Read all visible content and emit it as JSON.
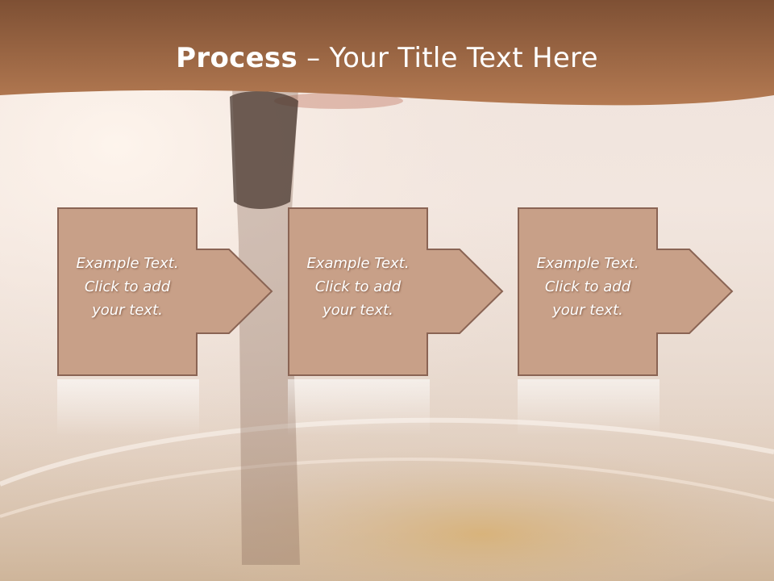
{
  "slide": {
    "title_bold": "Process",
    "title_rest": " – Your Title Text Here",
    "colors": {
      "title_band": "#a86e4c",
      "box_fill": "#c8a088",
      "box_border": "#8a6454",
      "text": "#ffffff"
    }
  },
  "steps": [
    {
      "line1": "Example Text.",
      "line2": "Click  to add",
      "line3": "your text."
    },
    {
      "line1": "Example Text.",
      "line2": "Click  to add",
      "line3": "your text."
    },
    {
      "line1": "Example Text.",
      "line2": "Click  to add",
      "line3": "your text."
    }
  ]
}
